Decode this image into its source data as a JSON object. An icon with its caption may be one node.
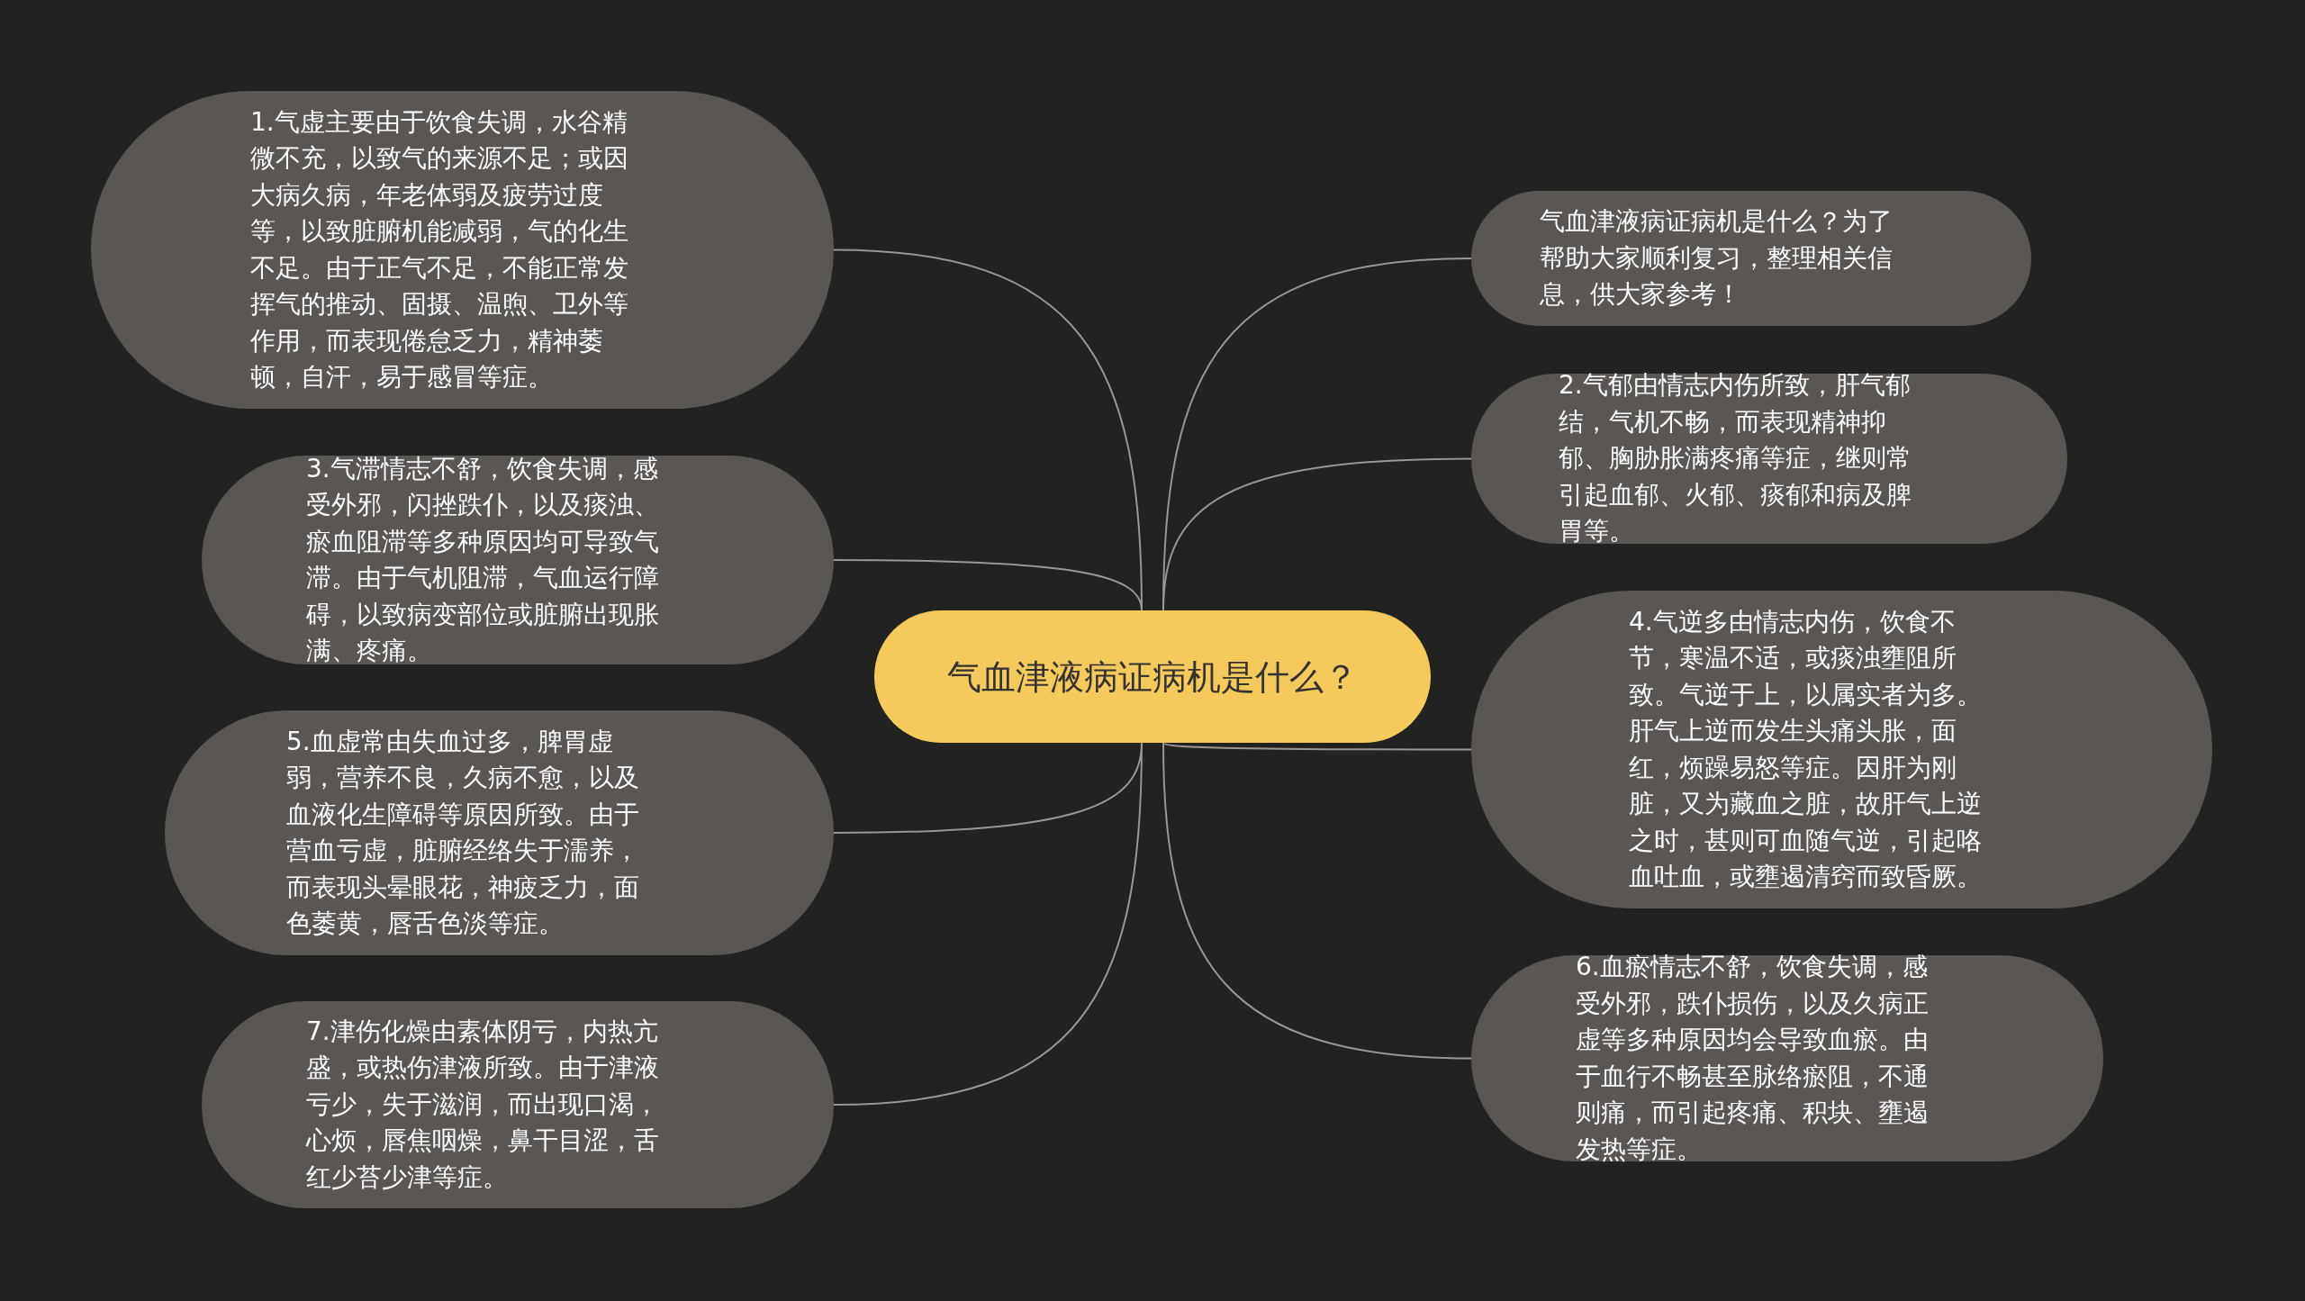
{
  "diagram": {
    "nodes": [
      {
        "text": [
          "气血津液病证病机是什么？"
        ]
      },
      {
        "text": [
          "气血津液病证病机是什么？为了帮助大家顺利复习，整理相关信息，供大家参考！"
        ]
      },
      {
        "text": [
          "1.气虚主要由于饮食失调，水谷精微不充，以致气的来源不足；或因大病久病，年老体弱及疲劳过度等，以致脏腑机能减弱，气的化生不足。由于正气不足，不能正常发挥气的推动、固摄、温煦、卫外等作用，而表现倦怠乏力，精神萎顿，自汗，易于感冒等症。"
        ]
      },
      {
        "text": [
          "2.气郁由情志内伤所致，肝气郁结，气机不畅，而表现精神抑郁、胸胁胀满疼痛等症，继则常引起血郁、火郁、痰郁和病及脾胃等。"
        ]
      },
      {
        "text": [
          "3.气滞情志不舒，饮食失调，感受外邪，闪挫跌仆，以及痰浊、瘀血阻滞等多种原因均可导致气滞。由于气机阻滞，气血运行障碍，以致病变部位或脏腑出现胀满、疼痛。"
        ]
      },
      {
        "text": [
          "4.气逆多由情志内伤，饮食不节，寒温不适，或痰浊壅阻所致。气逆于上，以属实者为多。肝气上逆而发生头痛头胀，面红，烦躁易怒等症。因肝为刚脏，又为藏血之脏，故肝气上逆之时，甚则可血随气逆，引起咯血吐血，或壅遏清窍而致昏厥。"
        ]
      },
      {
        "text": [
          "5.血虚常由失血过多，脾胃虚弱，营养不良，久病不愈，以及血液化生障碍等原因所致。由于营血亏虚，脏腑经络失于濡养，而表现头晕眼花，神疲乏力，面色萎黄，唇舌色淡等症。"
        ]
      },
      {
        "text": [
          "6.血瘀情志不舒，饮食失调，感受外邪，跌仆损伤，以及久病正虚等多种原因均会导致血瘀。由于血行不畅甚至脉络瘀阻，不通则痛，而引起疼痛、积块、壅遏发热等症。"
        ]
      },
      {
        "text": [
          "7.津伤化燥由素体阴亏，内热亢盛，或热伤津液所致。由于津液亏少，失于滋润，而出现口渴，心烦，唇焦咽燥，鼻干目涩，舌红少苔少津等症。"
        ]
      }
    ],
    "edges": [
      {
        "from": 0,
        "to": 1,
        "arrow": "none"
      },
      {
        "from": 0,
        "to": 2,
        "arrow": "none"
      },
      {
        "from": 0,
        "to": 3,
        "arrow": "none"
      },
      {
        "from": 0,
        "to": 4,
        "arrow": "none"
      },
      {
        "from": 0,
        "to": 5,
        "arrow": "none"
      },
      {
        "from": 0,
        "to": 6,
        "arrow": "none"
      },
      {
        "from": 0,
        "to": 7,
        "arrow": "none"
      },
      {
        "from": 0,
        "to": 8,
        "arrow": "none"
      }
    ]
  }
}
